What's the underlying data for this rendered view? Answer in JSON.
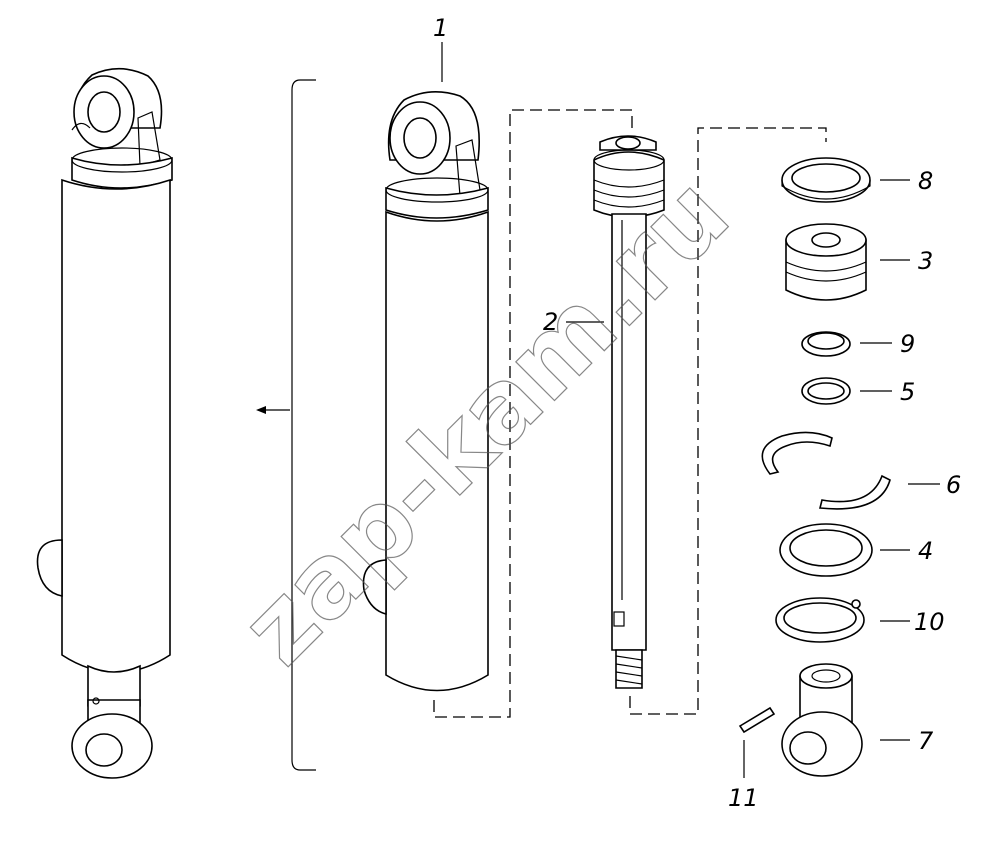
{
  "diagram": {
    "callouts": {
      "c1": "1",
      "c2": "2",
      "c3": "3",
      "c4": "4",
      "c5": "5",
      "c6": "6",
      "c7": "7",
      "c8": "8",
      "c9": "9",
      "c10": "10",
      "c11": "11"
    },
    "watermark": "zap-kam.ru"
  }
}
